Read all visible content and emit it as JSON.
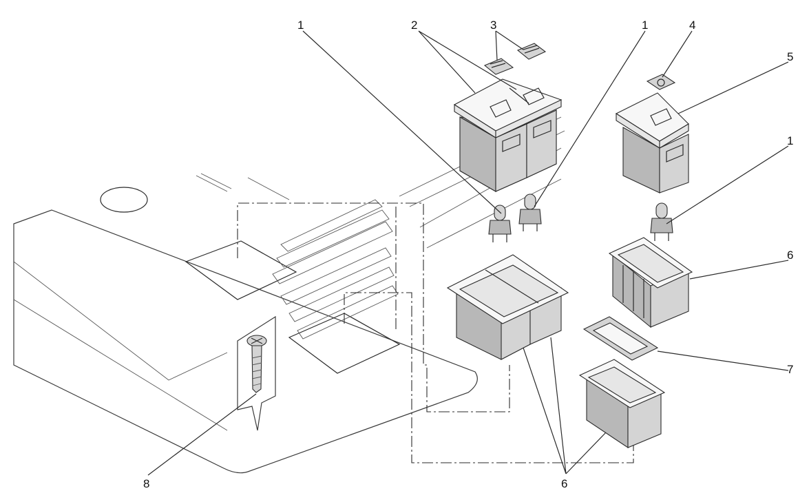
{
  "callouts": {
    "c1a": "1",
    "c2": "2",
    "c3": "3",
    "c1b": "1",
    "c4": "4",
    "c5": "5",
    "c1c": "1",
    "c6a": "6",
    "c7": "7",
    "c6b": "6",
    "c8": "8"
  }
}
